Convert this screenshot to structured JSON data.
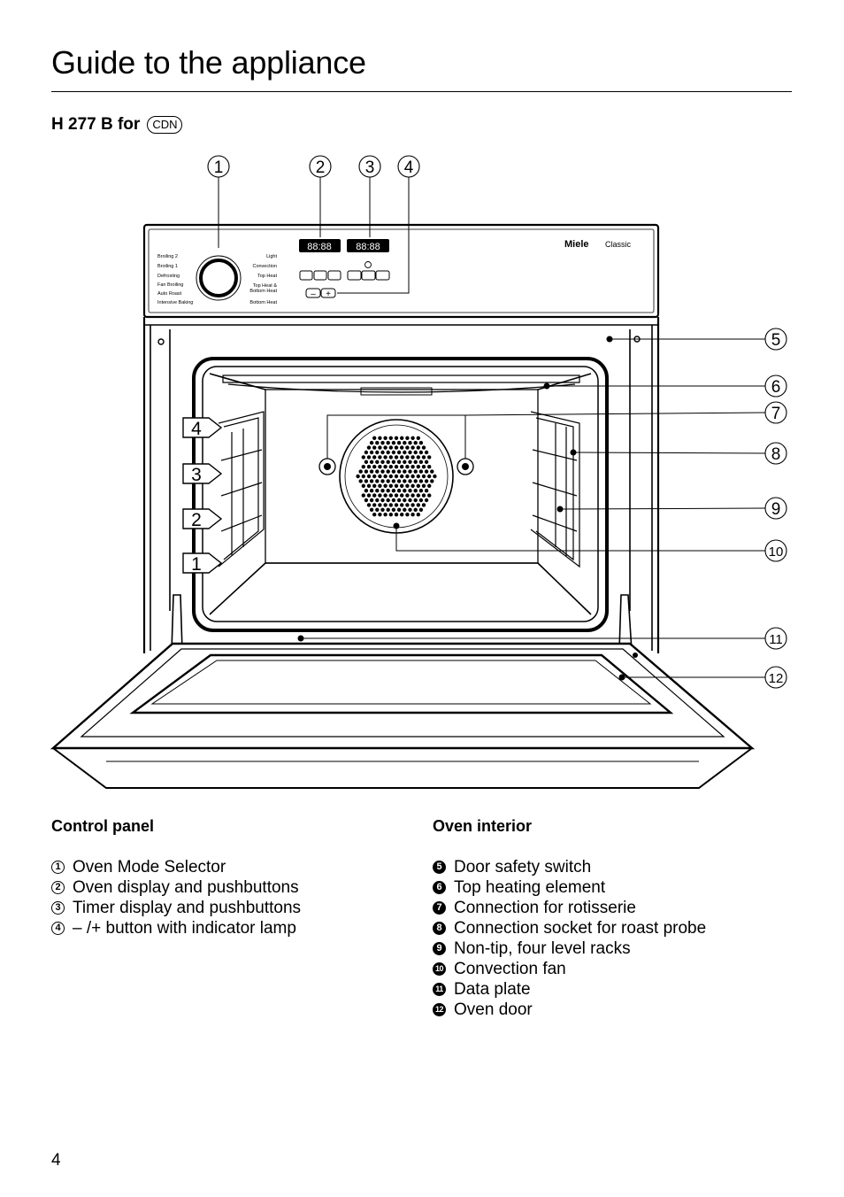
{
  "header": {
    "title": "Guide to the appliance",
    "model": "H 277 B for",
    "market_badge": "CDN"
  },
  "diagram": {
    "callouts": [
      "1",
      "2",
      "3",
      "4",
      "5",
      "6",
      "7",
      "8",
      "9",
      "10",
      "11",
      "12"
    ],
    "rack_levels": [
      "4",
      "3",
      "2",
      "1"
    ],
    "brand": "Miele",
    "brand_suffix": "Classic",
    "oven_display": "88:88",
    "timer_display": "88:88",
    "minus_plus": [
      "–",
      "+"
    ],
    "modes_left": [
      "Broiling 2",
      "Broiling 1",
      "Defrosting",
      "Fan Broiling",
      "Auto Roast",
      "Intensive Baking"
    ],
    "modes_right": [
      "Light",
      "Convection",
      "Top Heat",
      "Top Heat &",
      "Bottom Heat",
      "Bottom Heat"
    ]
  },
  "control_panel": {
    "heading": "Control panel",
    "items": [
      {
        "num": "1",
        "text": "Oven Mode Selector"
      },
      {
        "num": "2",
        "text": "Oven display and pushbuttons"
      },
      {
        "num": "3",
        "text": "Timer display and pushbuttons"
      },
      {
        "num": "4",
        "text": "– /+ button with indicator lamp"
      }
    ]
  },
  "oven_interior": {
    "heading": "Oven interior",
    "items": [
      {
        "num": "5",
        "text": "Door safety switch"
      },
      {
        "num": "6",
        "text": "Top heating element"
      },
      {
        "num": "7",
        "text": "Connection for rotisserie"
      },
      {
        "num": "8",
        "text": "Connection socket for roast probe"
      },
      {
        "num": "9",
        "text": "Non-tip, four level racks"
      },
      {
        "num": "10",
        "text": "Convection fan"
      },
      {
        "num": "11",
        "text": "Data plate"
      },
      {
        "num": "12",
        "text": "Oven door"
      }
    ]
  },
  "page_number": "4"
}
